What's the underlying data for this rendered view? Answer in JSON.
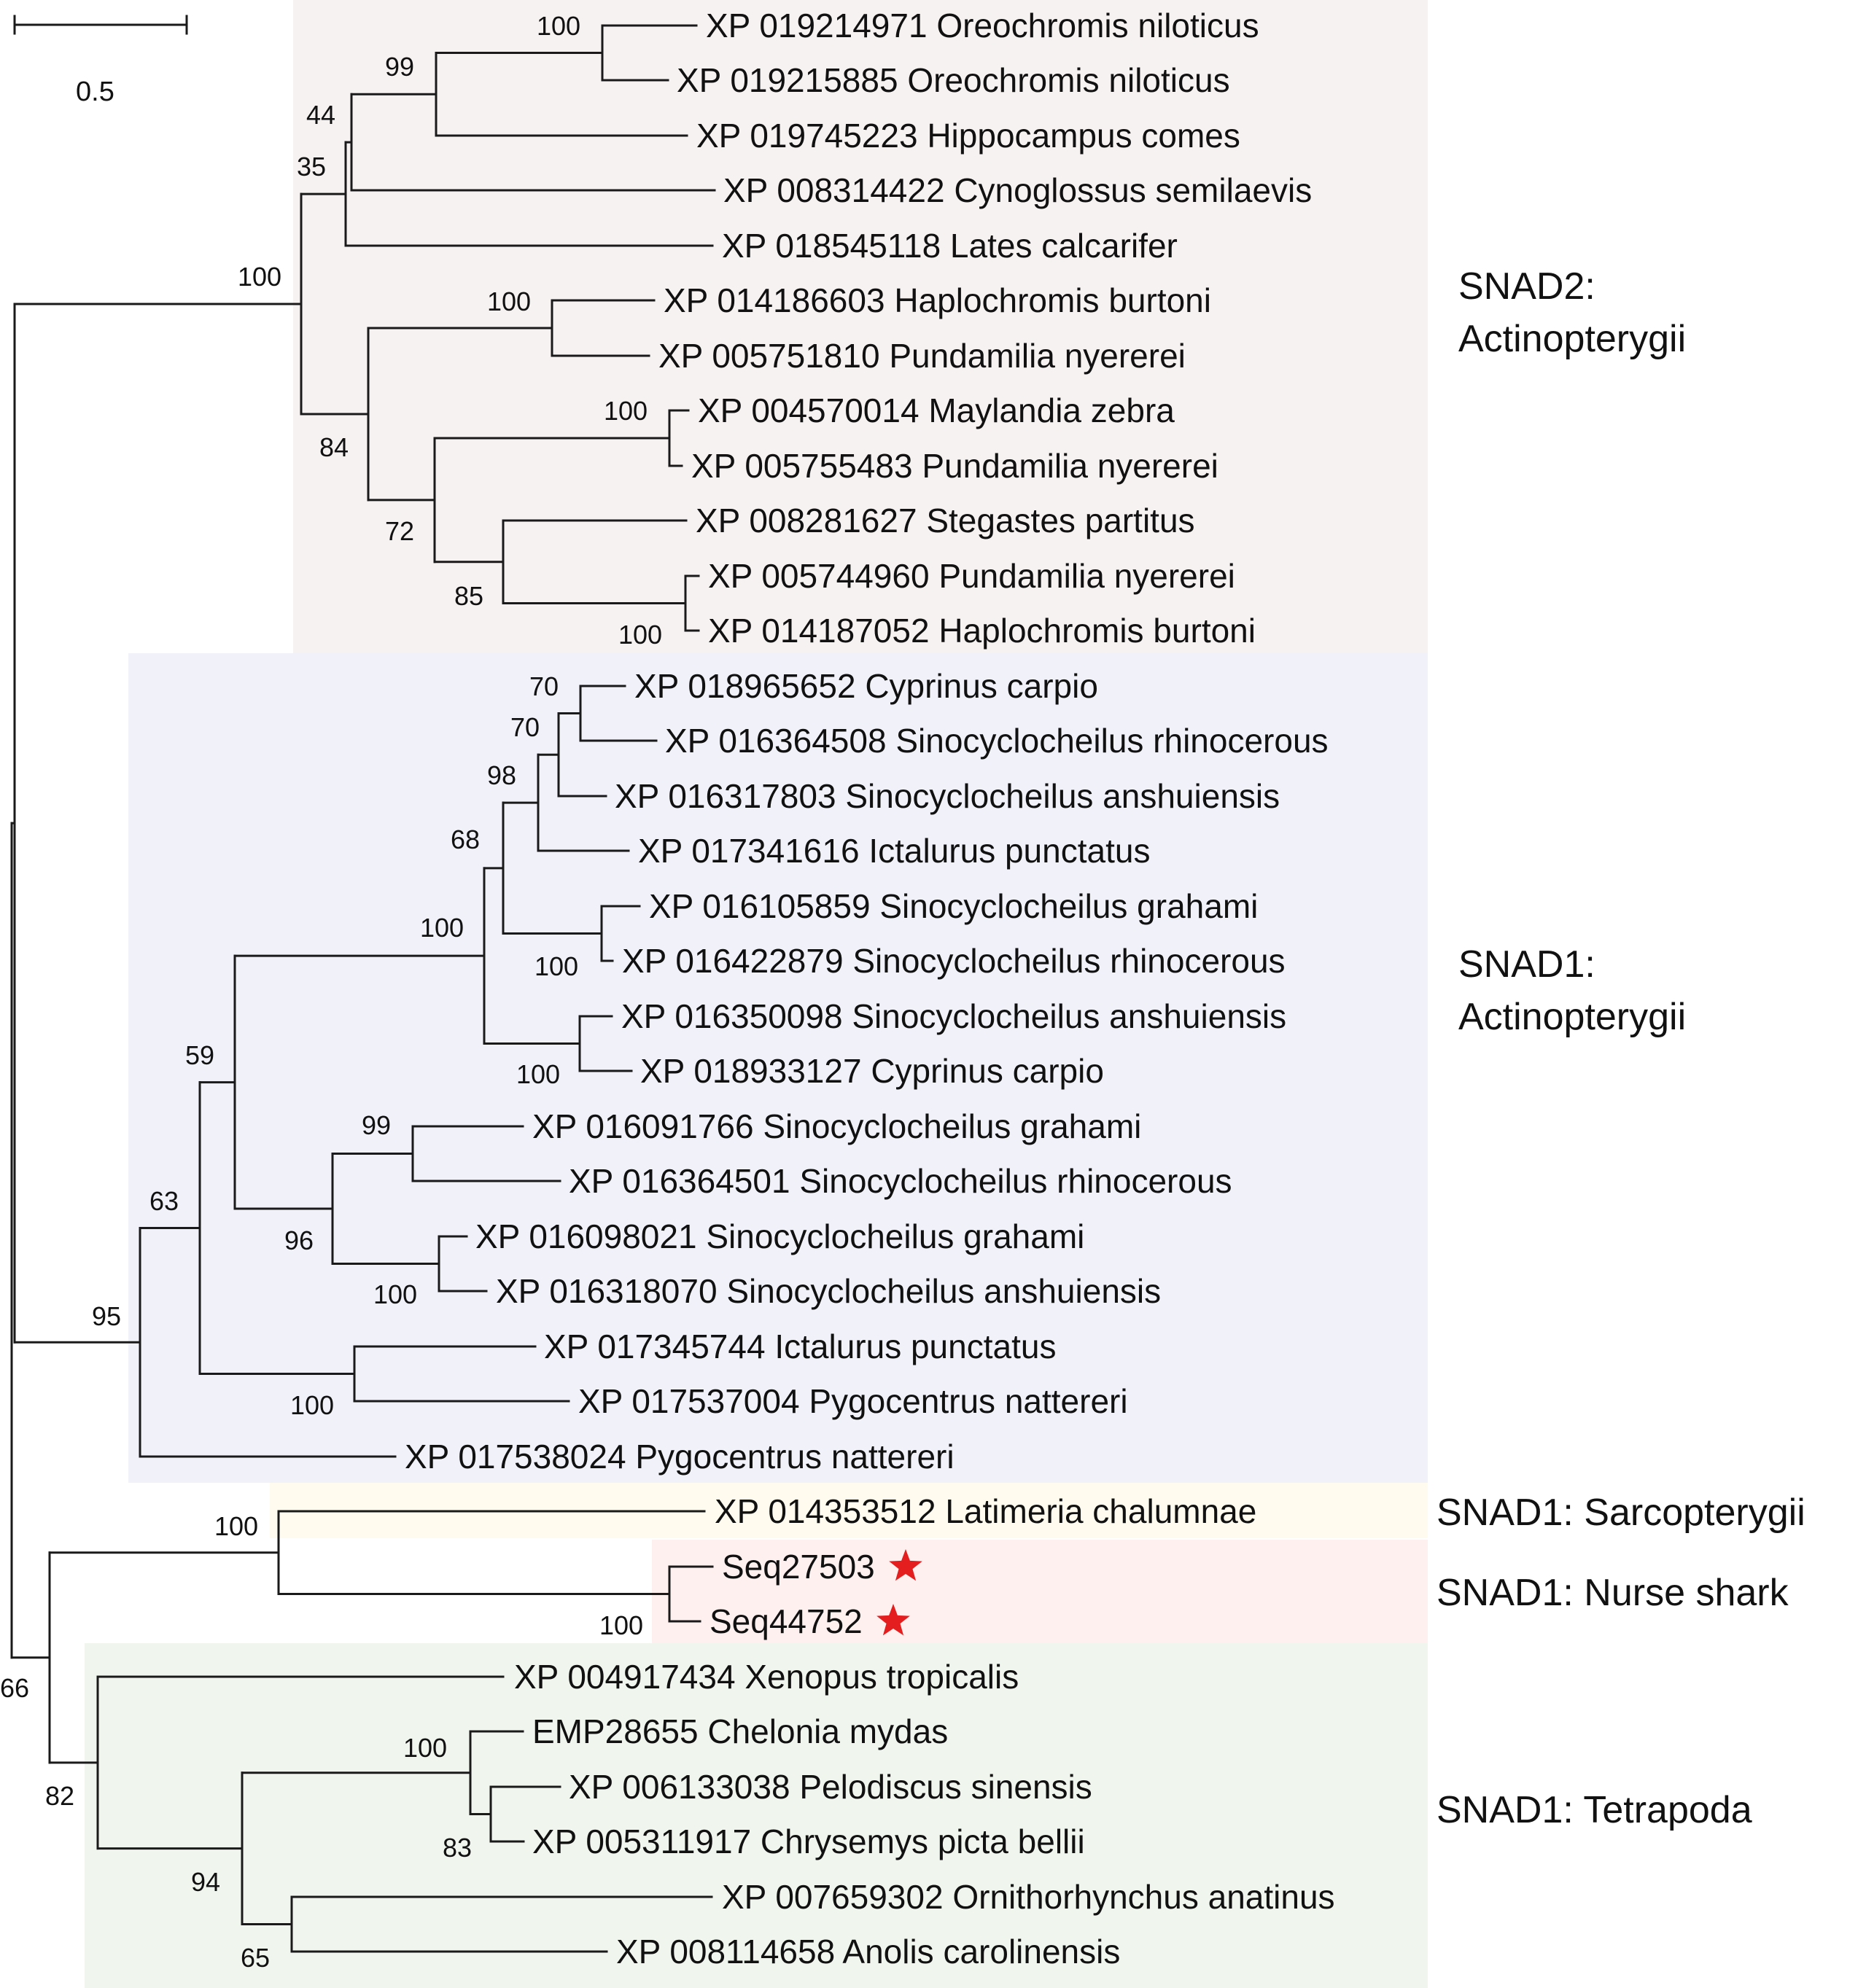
{
  "scale_bar": {
    "label": "0.5"
  },
  "colors": {
    "snad2_bg": "#f7f2f2",
    "snad1_actino_bg": "#f1f1fa",
    "sarco_bg": "#fffbef",
    "shark_bg": "#fdf0ef",
    "tetra_bg": "#f0f6ee",
    "star": "#e41e1e",
    "branch": "#1a1a1a"
  },
  "groups": [
    {
      "id": "snad2",
      "lines": [
        "SNAD2:",
        "Actinopterygii"
      ]
    },
    {
      "id": "snad1_actino",
      "lines": [
        "SNAD1:",
        "Actinopterygii"
      ]
    },
    {
      "id": "sarco",
      "lines": [
        "SNAD1: Sarcopterygii"
      ]
    },
    {
      "id": "shark",
      "lines": [
        "SNAD1: Nurse shark"
      ]
    },
    {
      "id": "tetra",
      "lines": [
        "SNAD1: Tetrapoda"
      ]
    }
  ],
  "leaves": [
    {
      "label": "XP 019214971 Oreochromis niloticus",
      "star": false
    },
    {
      "label": "XP 019215885 Oreochromis niloticus",
      "star": false
    },
    {
      "label": "XP 019745223 Hippocampus comes",
      "star": false
    },
    {
      "label": "XP 008314422 Cynoglossus semilaevis",
      "star": false
    },
    {
      "label": "XP 018545118 Lates calcarifer",
      "star": false
    },
    {
      "label": "XP 014186603 Haplochromis burtoni",
      "star": false
    },
    {
      "label": "XP 005751810 Pundamilia nyererei",
      "star": false
    },
    {
      "label": "XP 004570014 Maylandia zebra",
      "star": false
    },
    {
      "label": "XP 005755483 Pundamilia nyererei",
      "star": false
    },
    {
      "label": "XP 008281627 Stegastes partitus",
      "star": false
    },
    {
      "label": "XP 005744960 Pundamilia nyererei",
      "star": false
    },
    {
      "label": "XP 014187052 Haplochromis burtoni",
      "star": false
    },
    {
      "label": "XP 018965652 Cyprinus carpio",
      "star": false
    },
    {
      "label": "XP 016364508 Sinocyclocheilus rhinocerous",
      "star": false
    },
    {
      "label": "XP 016317803 Sinocyclocheilus anshuiensis",
      "star": false
    },
    {
      "label": "XP 017341616 Ictalurus punctatus",
      "star": false
    },
    {
      "label": "XP 016105859 Sinocyclocheilus grahami",
      "star": false
    },
    {
      "label": "XP 016422879 Sinocyclocheilus rhinocerous",
      "star": false
    },
    {
      "label": "XP 016350098 Sinocyclocheilus anshuiensis",
      "star": false
    },
    {
      "label": "XP 018933127 Cyprinus carpio",
      "star": false
    },
    {
      "label": "XP 016091766 Sinocyclocheilus grahami",
      "star": false
    },
    {
      "label": "XP 016364501 Sinocyclocheilus rhinocerous",
      "star": false
    },
    {
      "label": "XP 016098021 Sinocyclocheilus grahami",
      "star": false
    },
    {
      "label": "XP 016318070 Sinocyclocheilus anshuiensis",
      "star": false
    },
    {
      "label": "XP 017345744 Ictalurus punctatus",
      "star": false
    },
    {
      "label": "XP 017537004 Pygocentrus nattereri",
      "star": false
    },
    {
      "label": "XP 017538024 Pygocentrus nattereri",
      "star": false
    },
    {
      "label": "XP 014353512 Latimeria chalumnae",
      "star": false
    },
    {
      "label": "Seq27503",
      "star": true
    },
    {
      "label": "Seq44752",
      "star": true
    },
    {
      "label": "XP 004917434 Xenopus tropicalis",
      "star": false
    },
    {
      "label": "EMP28655 Chelonia mydas",
      "star": false
    },
    {
      "label": "XP 006133038 Pelodiscus sinensis",
      "star": false
    },
    {
      "label": "XP 005311917 Chrysemys picta bellii",
      "star": false
    },
    {
      "label": "XP 007659302 Ornithorhynchus anatinus",
      "star": false
    },
    {
      "label": "XP 008114658 Anolis carolinensis",
      "star": false
    }
  ],
  "bootstrap": [
    {
      "node": "n1",
      "value": "100"
    },
    {
      "node": "n2",
      "value": "99"
    },
    {
      "node": "n3",
      "value": "44"
    },
    {
      "node": "n4",
      "value": "35"
    },
    {
      "node": "n5",
      "value": "100"
    },
    {
      "node": "n6",
      "value": "100"
    },
    {
      "node": "n7",
      "value": "84"
    },
    {
      "node": "n8",
      "value": "100"
    },
    {
      "node": "n9",
      "value": "72"
    },
    {
      "node": "n10",
      "value": "85"
    },
    {
      "node": "n11",
      "value": "100"
    },
    {
      "node": "n12",
      "value": "70"
    },
    {
      "node": "n13",
      "value": "70"
    },
    {
      "node": "n14",
      "value": "98"
    },
    {
      "node": "n15",
      "value": "68"
    },
    {
      "node": "n16",
      "value": "100"
    },
    {
      "node": "n17",
      "value": "100"
    },
    {
      "node": "n18",
      "value": "100"
    },
    {
      "node": "n19",
      "value": "59"
    },
    {
      "node": "n20",
      "value": "99"
    },
    {
      "node": "n21",
      "value": "96"
    },
    {
      "node": "n22",
      "value": "100"
    },
    {
      "node": "n23",
      "value": "63"
    },
    {
      "node": "n24",
      "value": "100"
    },
    {
      "node": "n25",
      "value": "95"
    },
    {
      "node": "n26",
      "value": "100"
    },
    {
      "node": "n27",
      "value": "100"
    },
    {
      "node": "n28",
      "value": "66"
    },
    {
      "node": "n29",
      "value": "82"
    },
    {
      "node": "n30",
      "value": "100"
    },
    {
      "node": "n31",
      "value": "83"
    },
    {
      "node": "n32",
      "value": "94"
    },
    {
      "node": "n33",
      "value": "65"
    }
  ]
}
